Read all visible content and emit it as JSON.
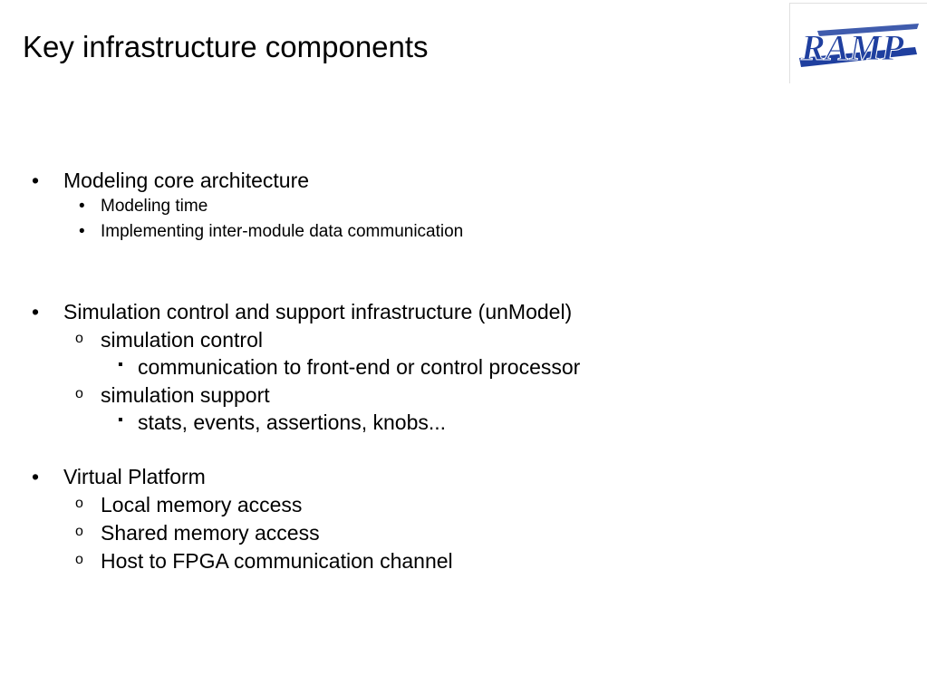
{
  "slide": {
    "title": "Key infrastructure components",
    "logo_text": "RAMP",
    "logo_color": "#1f3f9f"
  },
  "bullets": {
    "b1": {
      "text": "Modeling core architecture",
      "subs": [
        "Modeling time",
        "Implementing inter-module data communication"
      ]
    },
    "b2": {
      "text": "Simulation control and support infrastructure (unModel)",
      "sub1": "simulation control",
      "sub1_item": "communication to front-end or control processor",
      "sub2": "simulation support",
      "sub2_item": "stats, events, assertions, knobs..."
    },
    "b3": {
      "text": "Virtual Platform",
      "subs": [
        "Local memory access",
        "Shared memory access",
        "Host to FPGA communication channel"
      ]
    }
  },
  "markers": {
    "bullet": "•",
    "circle": "o",
    "square": "▪"
  }
}
